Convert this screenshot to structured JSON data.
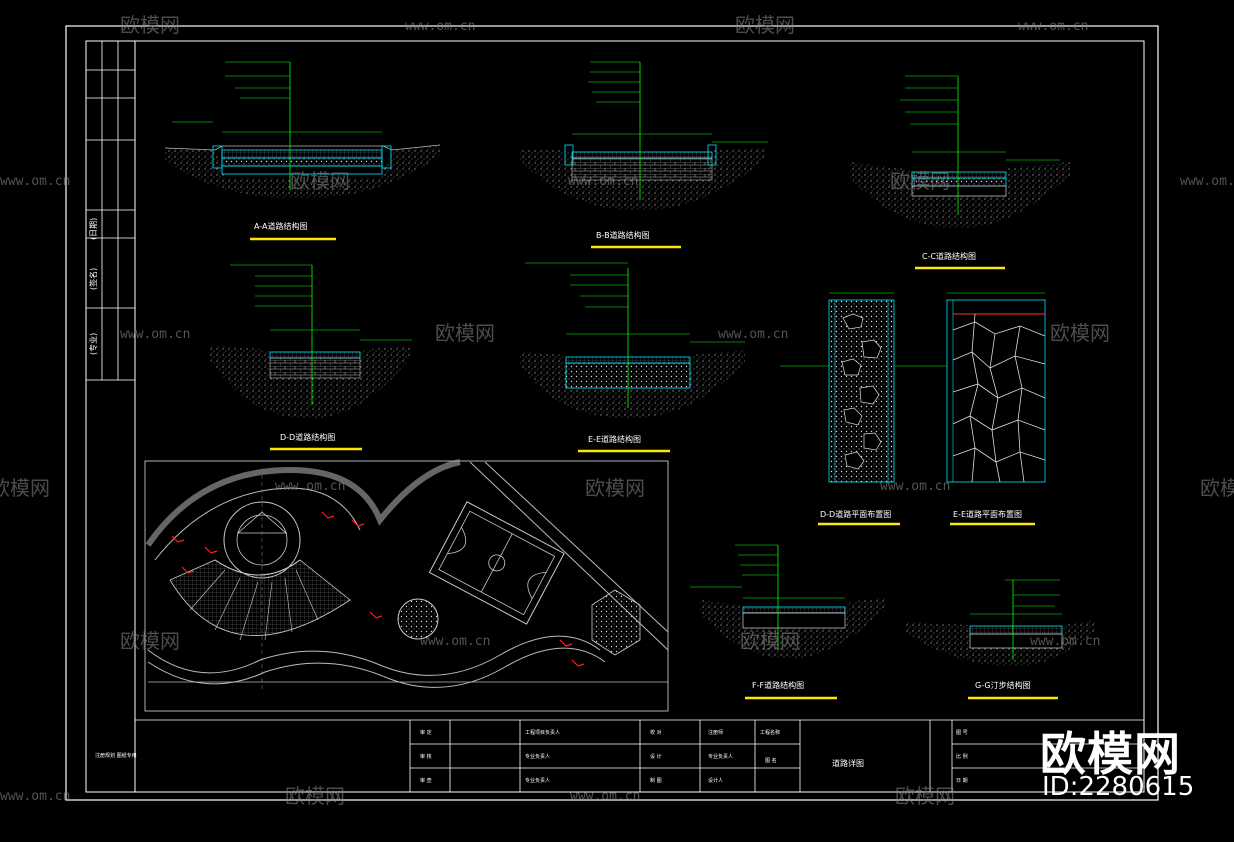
{
  "colors": {
    "frame": "#ffffff",
    "title": "#ffffff",
    "underline": "#ffe600",
    "dim": "#00ff00",
    "concrete": "#00e5ff",
    "soil": "#bbbbbb",
    "wall": "#c8c8c8",
    "boundary": "#ff3030",
    "marker": "#ff2020"
  },
  "sections": [
    {
      "key": "a",
      "title": "A-A道路结构图"
    },
    {
      "key": "b",
      "title": "B-B道路结构图"
    },
    {
      "key": "c",
      "title": "C-C道路结构图"
    },
    {
      "key": "d",
      "title": "D-D道路结构图"
    },
    {
      "key": "e",
      "title": "E-E道路结构图"
    },
    {
      "key": "f",
      "title": "F-F道路结构图"
    },
    {
      "key": "g",
      "title": "G-G汀步结构图"
    }
  ],
  "plans": [
    {
      "key": "dd",
      "title": "D-D道路平面布置图"
    },
    {
      "key": "ee",
      "title": "E-E道路平面布置图"
    }
  ],
  "sidebar": {
    "labels": [
      "(日期)",
      "(签名)",
      "(专业)"
    ]
  },
  "titleblock": {
    "left_note": "注册规划 图纸专用",
    "cells": [
      "审 定",
      "审 核",
      "审 查",
      "工程项目负责人",
      "专业负责人",
      "专业负责人",
      "校 对",
      "设 计",
      "制 图",
      "注册师",
      "专业负责人",
      "设计人",
      "工程名称",
      "图 名",
      "道路详图",
      "图 号",
      "比 例",
      "日 期"
    ]
  },
  "watermark": {
    "brand": "欧模网",
    "url": "www.om.cn",
    "id": "ID:2280615"
  }
}
